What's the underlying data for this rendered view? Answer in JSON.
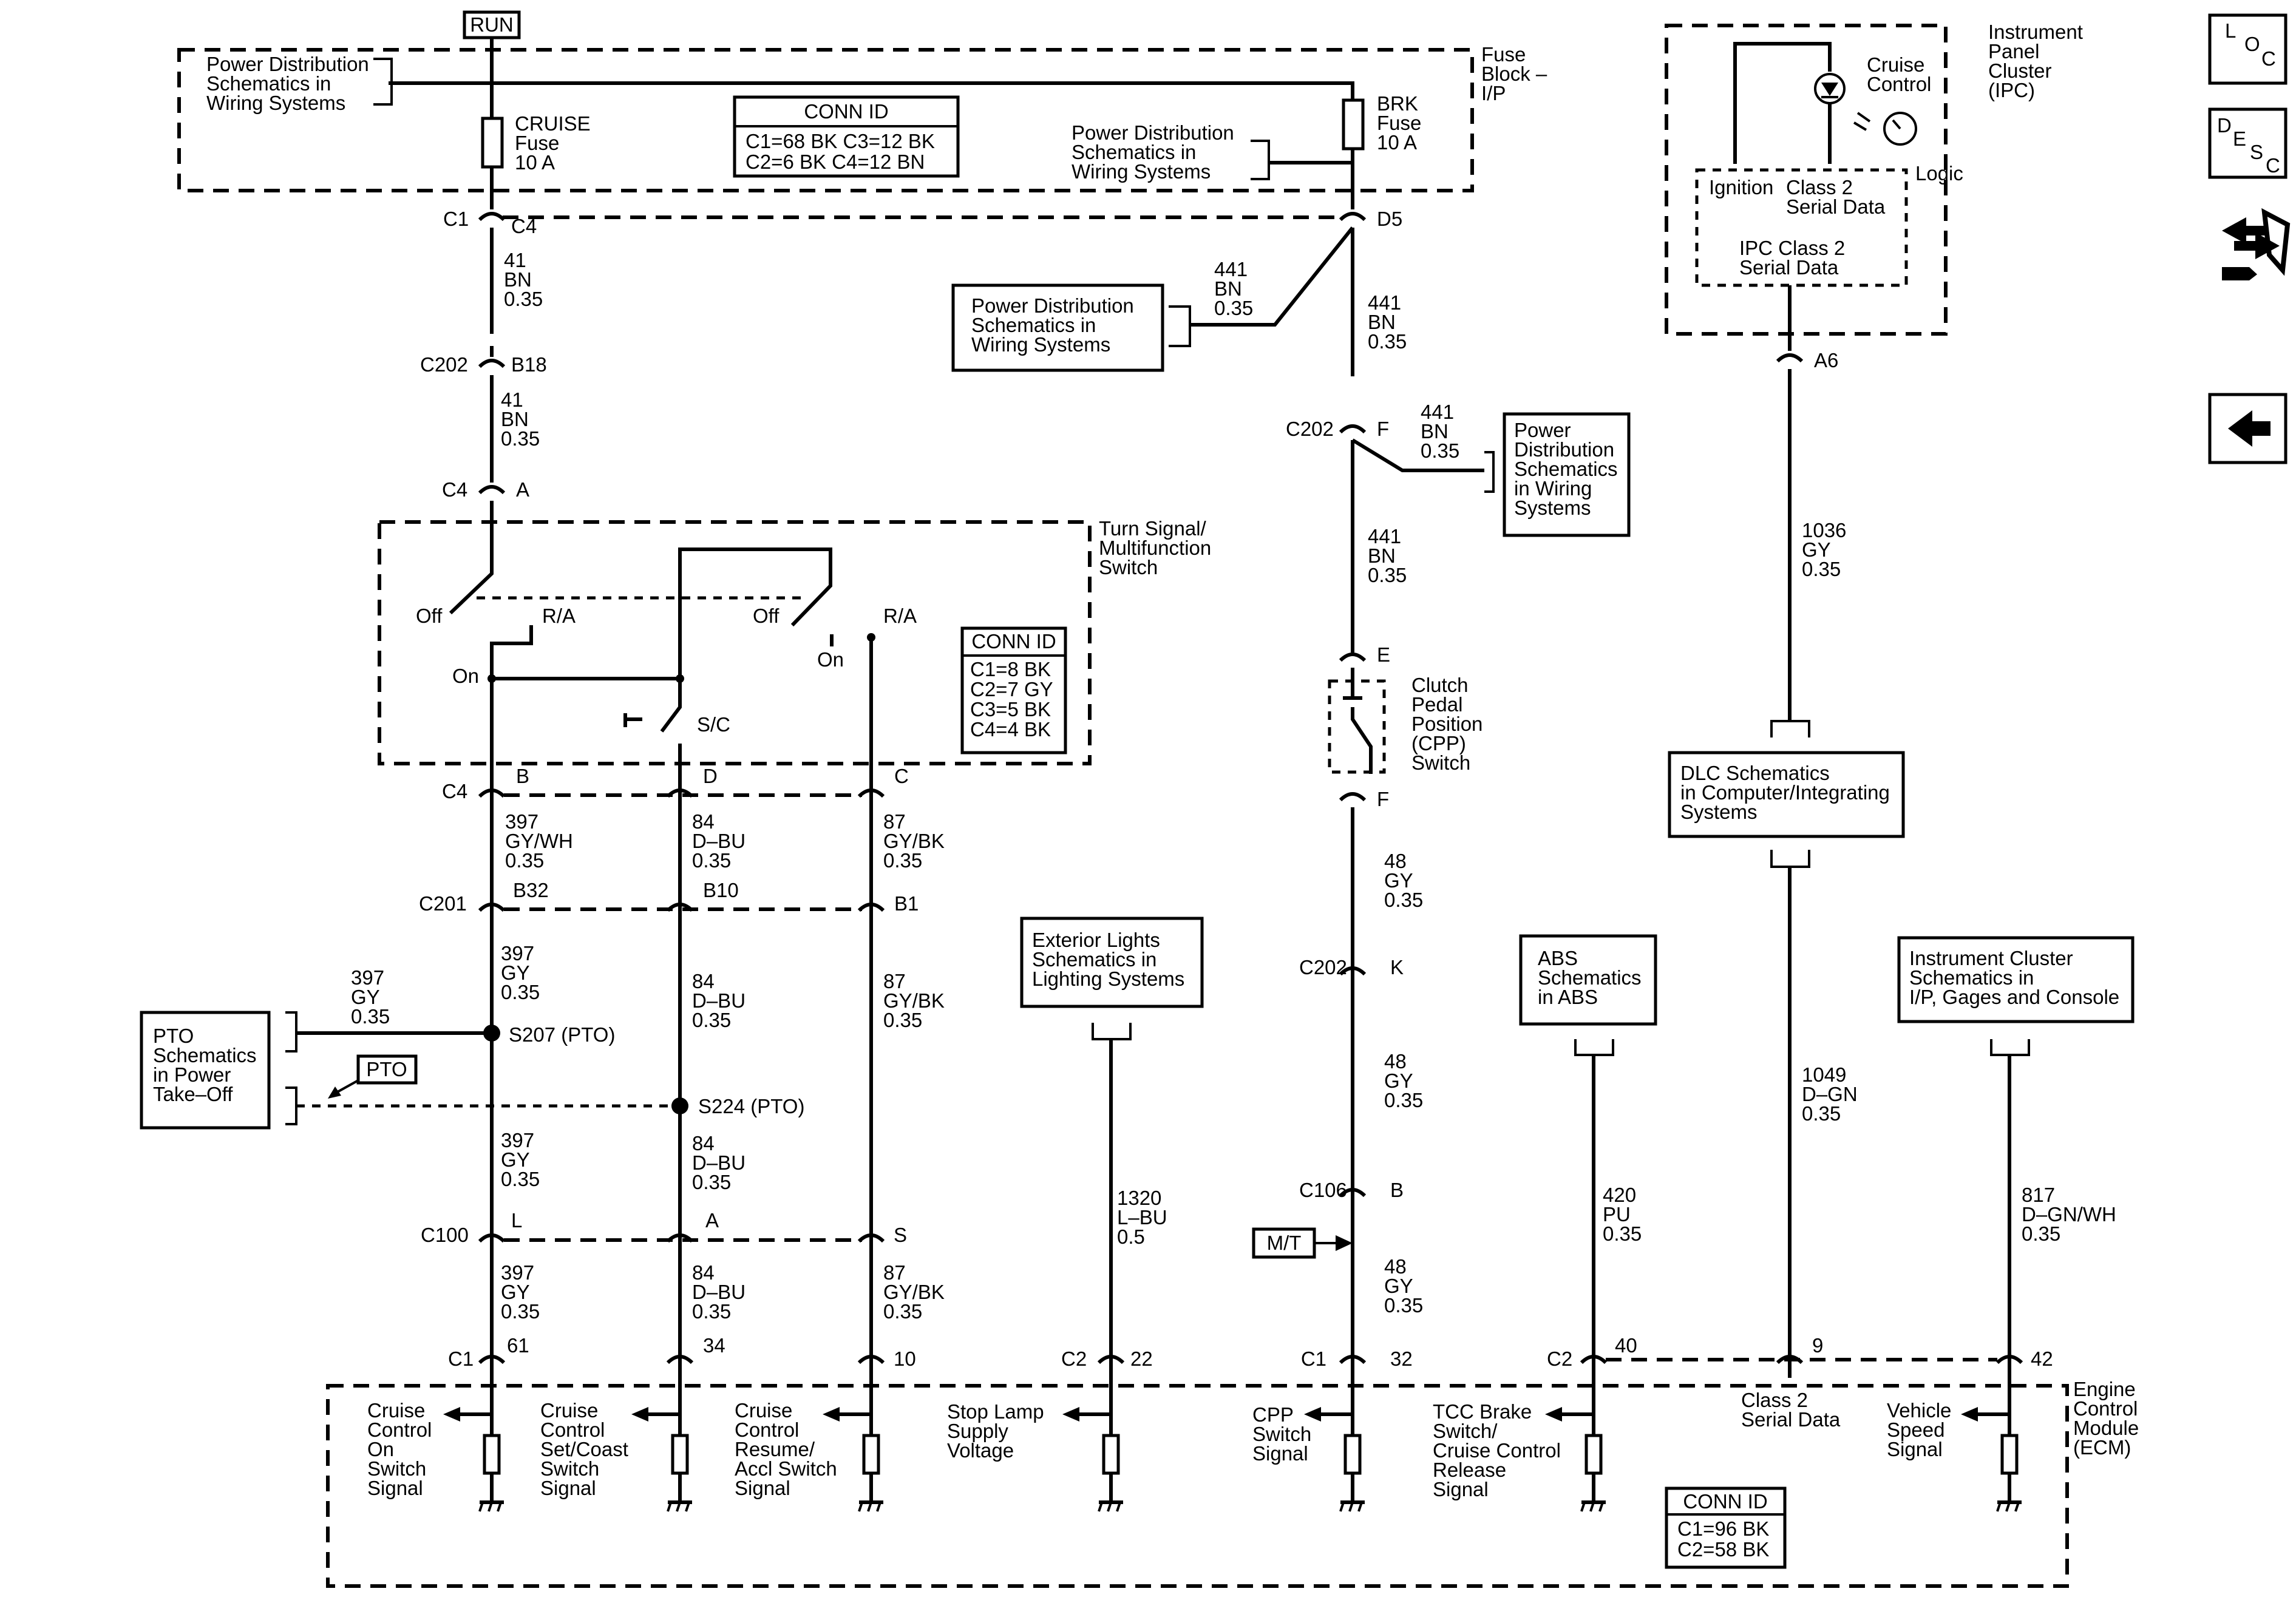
{
  "run_label": "RUN",
  "fuse_block": {
    "lines": [
      "Fuse",
      "Block –",
      "I/P"
    ],
    "cruise_fuse": [
      "CRUISE",
      "Fuse",
      "10 A"
    ],
    "brk_fuse": [
      "BRK",
      "Fuse",
      "10 A"
    ],
    "power_dist_left": [
      "Power Distribution",
      "Schematics in",
      "Wiring  Systems"
    ],
    "power_dist_right": [
      "Power Distribution",
      "Schematics in",
      "Wiring  Systems"
    ]
  },
  "conn_id_top": {
    "title": "CONN ID",
    "rows": [
      "C1=68 BK  C3=12 BK",
      "C2=6 BK   C4=12 BN"
    ]
  },
  "conn_id_switch": {
    "title": "CONN ID",
    "rows": [
      "C1=8 BK",
      "C2=7 GY",
      "C3=5 BK",
      "C4=4 BK"
    ]
  },
  "conn_id_ecm": {
    "title": "CONN ID",
    "rows": [
      "C1=96 BK",
      "C2=58 BK"
    ]
  },
  "connectors": {
    "c1_left": "C1",
    "c4_top": "C4",
    "d5": "D5",
    "c202_a": "C202",
    "b18": "B18",
    "c4_mid": "C4",
    "a_mid": "A",
    "c4_sw": "C4",
    "b": "B",
    "d": "D",
    "c": "C",
    "c201": "C201",
    "b32": "B32",
    "b10": "B10",
    "b1": "B1",
    "c100": "C100",
    "l": "L",
    "a_c100": "A",
    "s": "S",
    "c1_ecm": "C1",
    "p61": "61",
    "p34": "34",
    "p10": "10",
    "c2_ecm_a": "C2",
    "p22": "22",
    "c1_ecm_b": "C1",
    "p32": "32",
    "c2_ecm_b": "C2",
    "p40": "40",
    "p9": "9",
    "p42": "42",
    "c202_f": "C202",
    "f": "F",
    "e": "E",
    "f2": "F",
    "c202_k": "C202",
    "k": "K",
    "c106": "C106",
    "b_c106": "B",
    "a6": "A6"
  },
  "wires": {
    "w41a": [
      "41",
      "BN",
      "0.35"
    ],
    "w41b": [
      "41",
      "BN",
      "0.35"
    ],
    "w441a": [
      "441",
      "BN",
      "0.35"
    ],
    "w441b": [
      "441",
      "BN",
      "0.35"
    ],
    "w441c": [
      "441",
      "BN",
      "0.35"
    ],
    "w441d": [
      "441",
      "BN",
      "0.35"
    ],
    "w48a": [
      "48",
      "GY",
      "0.35"
    ],
    "w48b": [
      "48",
      "GY",
      "0.35"
    ],
    "w48c": [
      "48",
      "GY",
      "0.35"
    ],
    "w397a": [
      "397",
      "GY/WH",
      "0.35"
    ],
    "w397b": [
      "397",
      "GY",
      "0.35"
    ],
    "w397pto": [
      "397",
      "GY",
      "0.35"
    ],
    "w397c": [
      "397",
      "GY",
      "0.35"
    ],
    "w397d": [
      "397",
      "GY",
      "0.35"
    ],
    "w84a": [
      "84",
      "D–BU",
      "0.35"
    ],
    "w84b": [
      "84",
      "D–BU",
      "0.35"
    ],
    "w84c": [
      "84",
      "D–BU",
      "0.35"
    ],
    "w84d": [
      "84",
      "D–BU",
      "0.35"
    ],
    "w87a": [
      "87",
      "GY/BK",
      "0.35"
    ],
    "w87b": [
      "87",
      "GY/BK",
      "0.35"
    ],
    "w87c": [
      "87",
      "GY/BK",
      "0.35"
    ],
    "w1320": [
      "1320",
      "L–BU",
      "0.5"
    ],
    "w420": [
      "420",
      "PU",
      "0.35"
    ],
    "w1036": [
      "1036",
      "GY",
      "0.35"
    ],
    "w1049": [
      "1049",
      "D–GN",
      "0.35"
    ],
    "w817": [
      "817",
      "D–GN/WH",
      "0.35"
    ]
  },
  "switch": {
    "title": [
      "Turn Signal/",
      "Multifunction",
      "Switch"
    ],
    "off1": "Off",
    "ra1": "R/A",
    "on1": "On",
    "off2": "Off",
    "on2": "On",
    "ra2": "R/A",
    "sc": "S/C"
  },
  "splices": {
    "s207": "S207 (PTO)",
    "s224": "S224 (PTO)"
  },
  "pto": {
    "box": [
      "PTO",
      "Schematics",
      "in Power",
      "Take–Off"
    ],
    "tag": "PTO"
  },
  "refs": {
    "power_dist_mid": [
      "Power Distribution",
      "Schematics in",
      "Wiring Systems"
    ],
    "power_dist_c202": [
      "Power",
      "Distribution",
      "Schematics",
      "in Wiring",
      "Systems"
    ],
    "exterior": [
      "Exterior Lights",
      "Schematics in",
      "Lighting Systems"
    ],
    "abs": [
      "ABS",
      "Schematics",
      "in ABS"
    ],
    "dlc": [
      "DLC Schematics",
      "in Computer/Integrating",
      "Systems"
    ],
    "instrument": [
      "Instrument Cluster",
      "Schematics in",
      "I/P, Gages and Console"
    ]
  },
  "cpp": [
    "Clutch",
    "Pedal",
    "Position",
    "(CPP)",
    "Switch"
  ],
  "mt_tag": "M/T",
  "ipc": {
    "title": [
      "Instrument",
      "Panel",
      "Cluster",
      "(IPC)"
    ],
    "cruise": [
      "Cruise",
      "Control"
    ],
    "logic": "Logic",
    "ignition": "Ignition",
    "class2": [
      "Class 2",
      "Serial Data"
    ],
    "ipc_class2": [
      "IPC Class 2",
      "Serial Data"
    ]
  },
  "ecm": {
    "title": [
      "Engine",
      "Control",
      "Module",
      "(ECM)"
    ],
    "sig1": [
      "Cruise",
      "Control",
      "On",
      "Switch",
      "Signal"
    ],
    "sig2": [
      "Cruise",
      "Control",
      "Set/Coast",
      "Switch",
      "Signal"
    ],
    "sig3": [
      "Cruise",
      "Control",
      "Resume/",
      "Accl Switch",
      "Signal"
    ],
    "sig4": [
      "Stop Lamp",
      "Supply",
      "Voltage"
    ],
    "sig5": [
      "CPP",
      "Switch",
      "Signal"
    ],
    "sig6": [
      "TCC Brake",
      "Switch/",
      "Cruise Control",
      "Release",
      "Signal"
    ],
    "sig7": [
      "Class 2",
      "Serial Data"
    ],
    "sig8": [
      "Vehicle",
      "Speed",
      "Signal"
    ]
  },
  "nav": {
    "loc": [
      "L",
      "O",
      "C"
    ],
    "desc": [
      "D",
      "E",
      "S",
      "C"
    ],
    "icons": [
      "tools-icon",
      "back-arrow-icon"
    ]
  }
}
